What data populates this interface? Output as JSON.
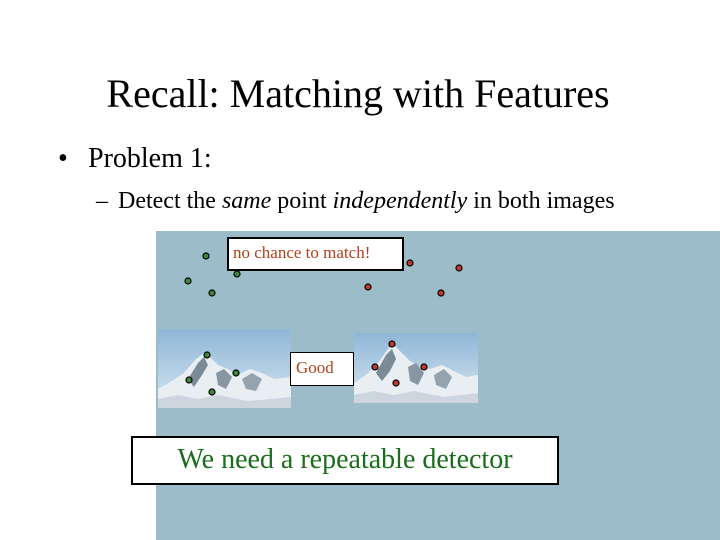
{
  "slide": {
    "title": "Recall: Matching with Features",
    "bullet_marker": "•",
    "bullet_1": "Problem 1:",
    "sub_marker": "–",
    "sub_1_part1": "Detect the ",
    "sub_1_em1": "same",
    "sub_1_part2": " point ",
    "sub_1_em2": "independently",
    "sub_1_part3": " in both images"
  },
  "figure": {
    "panel_color": "#9dbcc9",
    "green_point_color": "#3a8a3a",
    "red_point_color": "#c0392b",
    "labels": {
      "no_chance": "no chance to match!",
      "good": "Good"
    }
  },
  "callout": {
    "text": "We need a repeatable detector",
    "text_color": "#1a6d1a"
  }
}
